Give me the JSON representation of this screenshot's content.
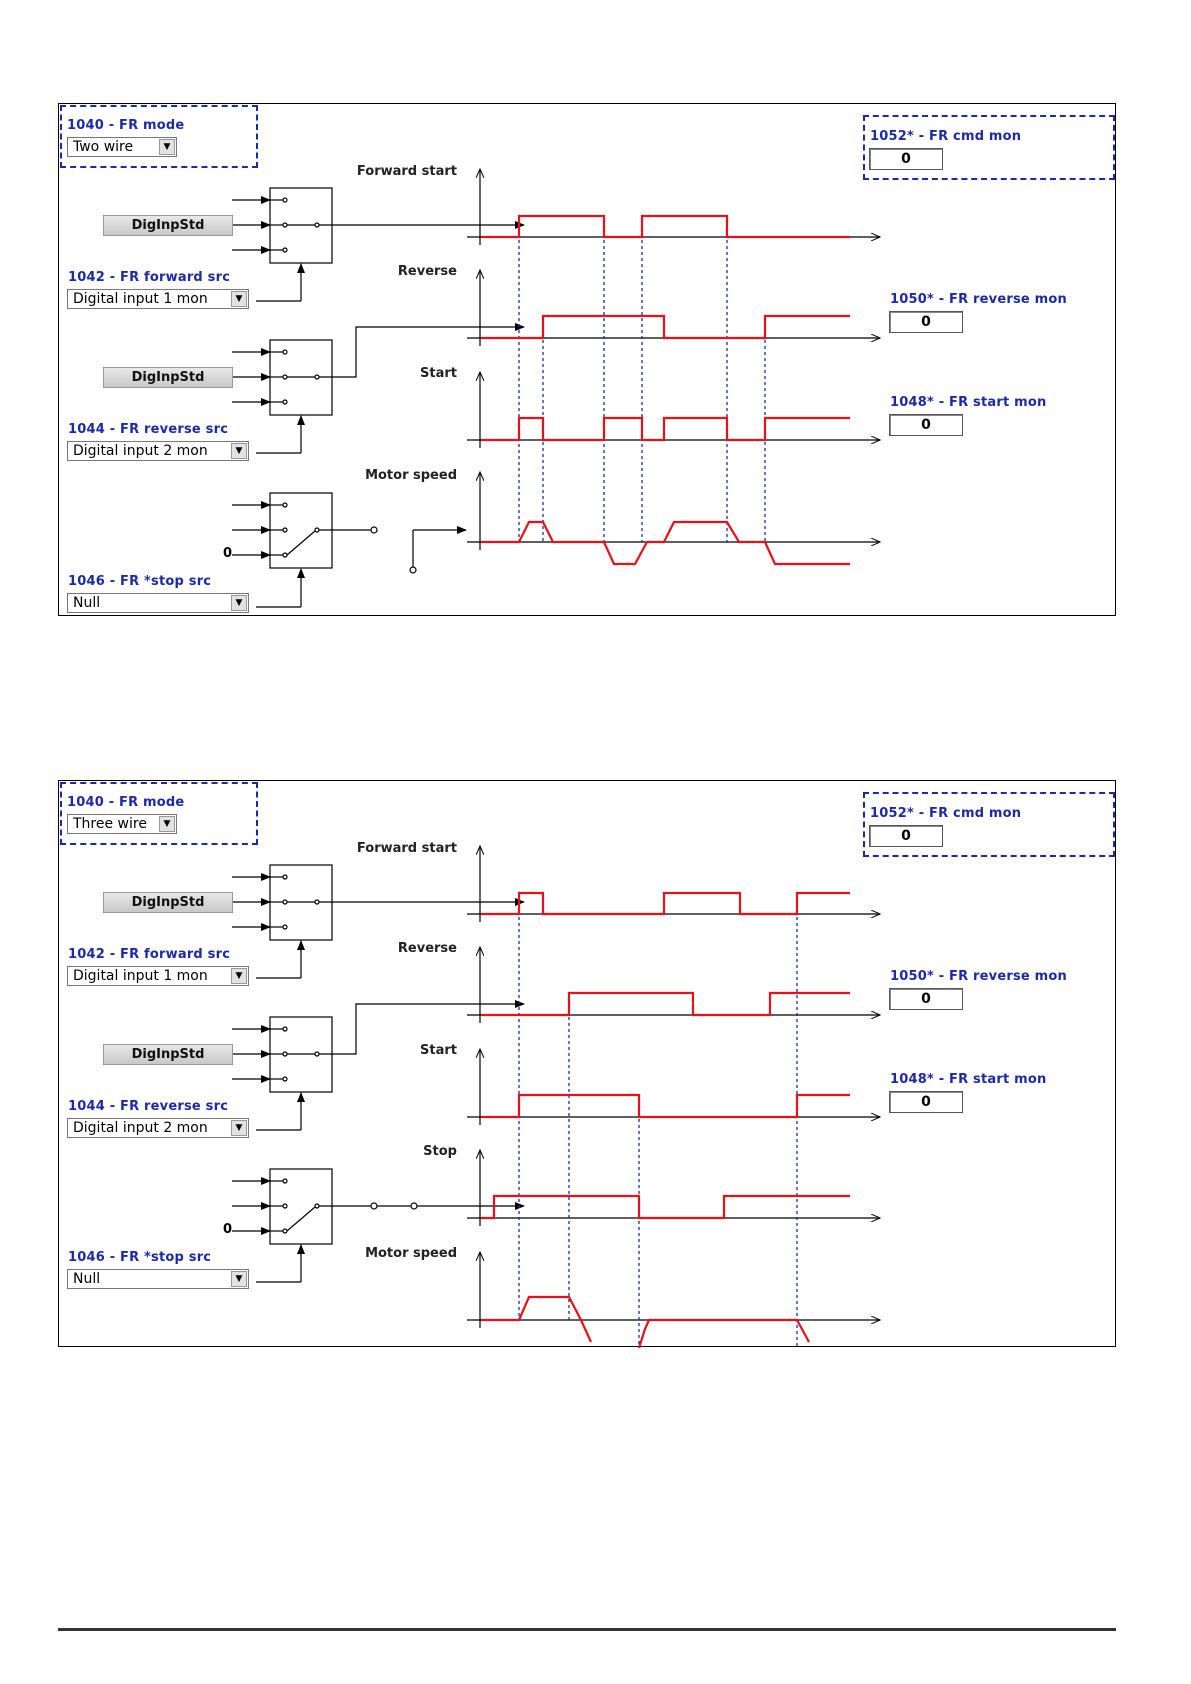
{
  "panels": [
    {
      "fr_mode": {
        "label": "1040 - FR mode",
        "value": "Two wire"
      },
      "cmd_mon": {
        "label": "1052* - FR cmd mon",
        "value": "0"
      },
      "forward_src": {
        "label": "1042 - FR forward src",
        "value": "Digital input 1 mon"
      },
      "reverse_src": {
        "label": "1044 - FR reverse src",
        "value": "Digital input 2 mon"
      },
      "stop_src": {
        "label": "1046 - FR *stop src",
        "value": "Null"
      },
      "reverse_mon": {
        "label": "1050* - FR reverse mon",
        "value": "0"
      },
      "start_mon": {
        "label": "1048* - FR start mon",
        "value": "0"
      },
      "dig_inp_1": "DigInpStd",
      "dig_inp_2": "DigInpStd",
      "zero_input": "0",
      "signals": [
        "Forward start",
        "Reverse",
        "Start",
        "Motor speed"
      ]
    },
    {
      "fr_mode": {
        "label": "1040 - FR mode",
        "value": "Three wire"
      },
      "cmd_mon": {
        "label": "1052* - FR cmd mon",
        "value": "0"
      },
      "forward_src": {
        "label": "1042 - FR forward src",
        "value": "Digital input 1 mon"
      },
      "reverse_src": {
        "label": "1044 - FR reverse src",
        "value": "Digital input 2 mon"
      },
      "stop_src": {
        "label": "1046 - FR *stop src",
        "value": "Null"
      },
      "reverse_mon": {
        "label": "1050* - FR reverse mon",
        "value": "0"
      },
      "start_mon": {
        "label": "1048* - FR start mon",
        "value": "0"
      },
      "dig_inp_1": "DigInpStd",
      "dig_inp_2": "DigInpStd",
      "zero_input": "0",
      "signals": [
        "Forward start",
        "Reverse",
        "Start",
        "Stop",
        "Motor speed"
      ]
    }
  ],
  "colors": {
    "signal": "#e8101a",
    "marker": "#1c2aa6",
    "label": "#1c2aa6"
  }
}
